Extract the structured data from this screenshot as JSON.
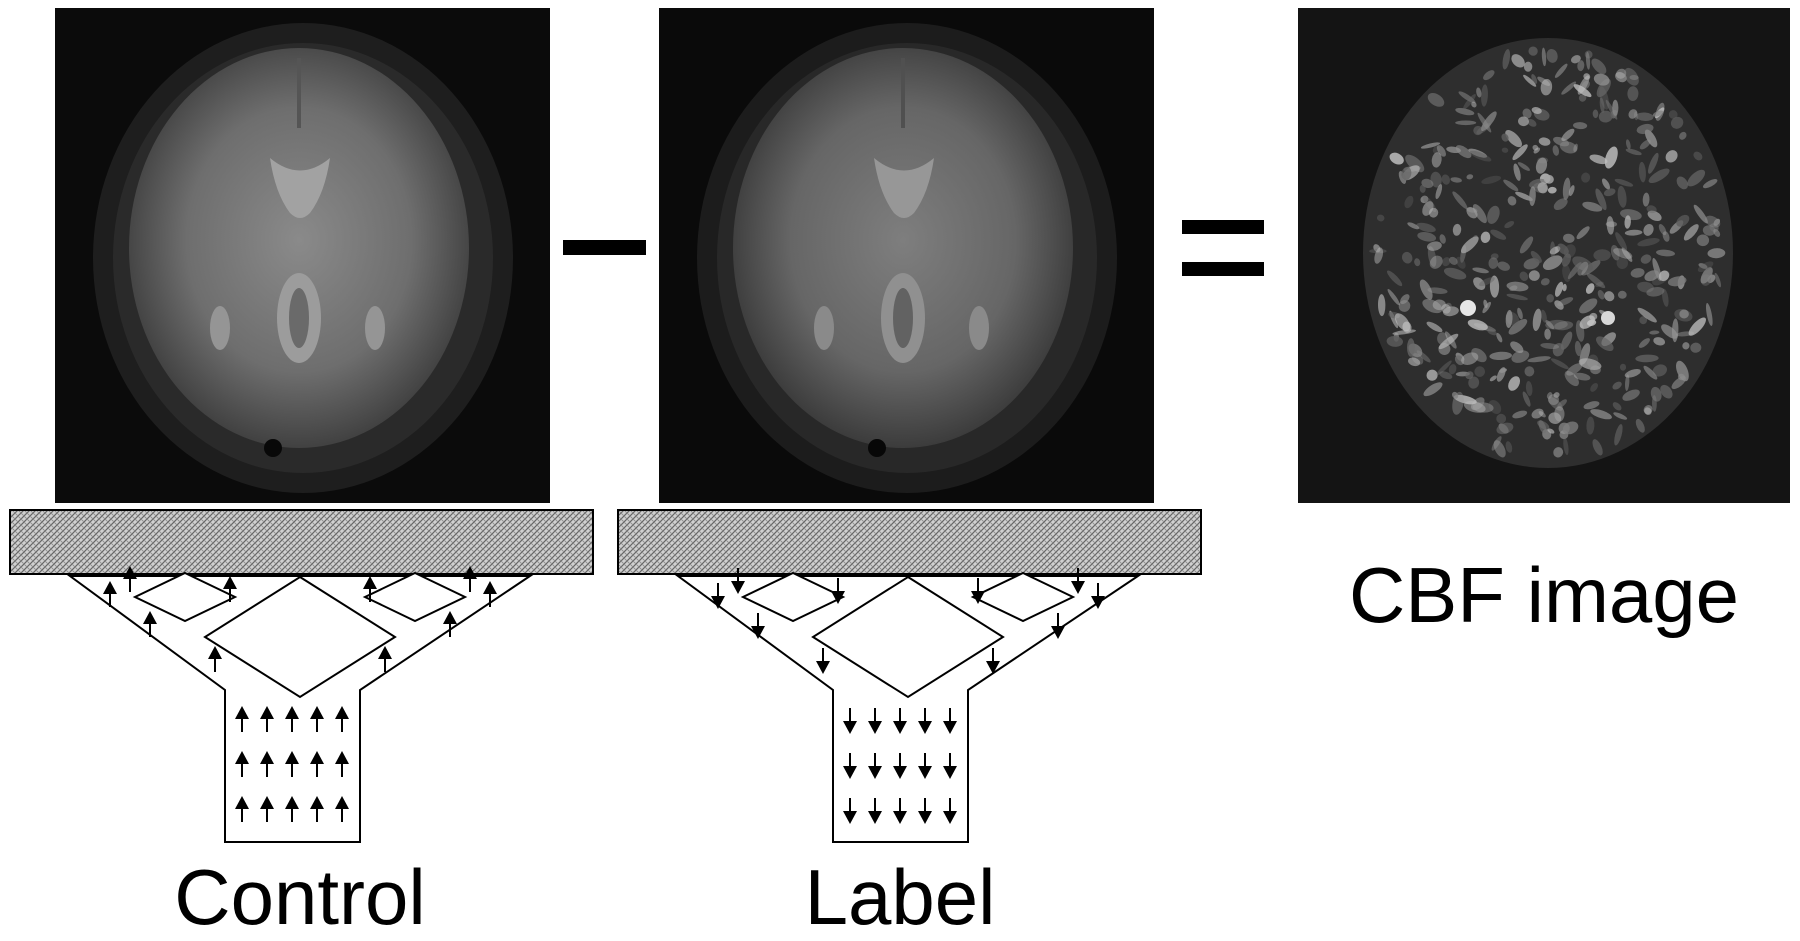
{
  "panels": {
    "control": {
      "caption": "Control",
      "direction": "up"
    },
    "label": {
      "caption": "Label",
      "direction": "down"
    },
    "cbf": {
      "caption": "CBF image"
    }
  },
  "operators": {
    "minus": "−",
    "equals": "="
  },
  "colors": {
    "background": "#ffffff",
    "image_bg": "#0a0a0a",
    "ink": "#000000"
  }
}
